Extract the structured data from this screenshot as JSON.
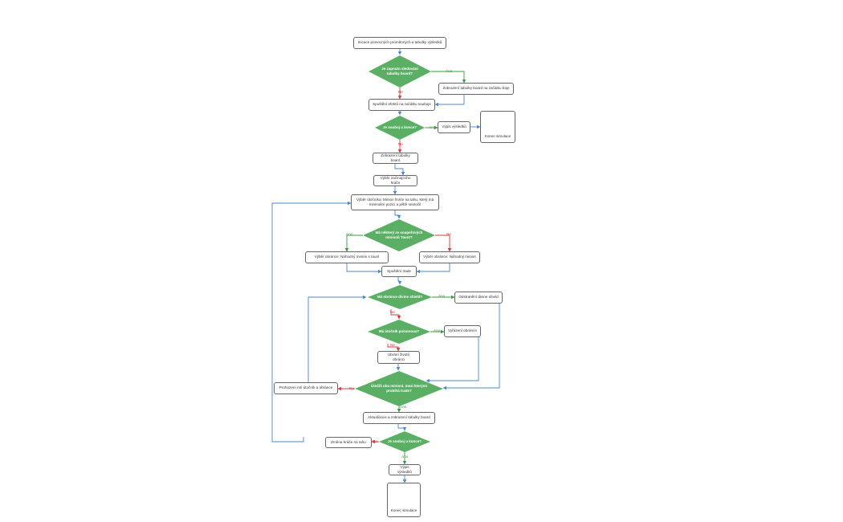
{
  "colors": {
    "decision": "#5aaf64",
    "flow": "#4a88c8",
    "yes": "#3a9a3a",
    "no": "#d23a3a",
    "target_ring": "#c0392b"
  },
  "nodes": {
    "init": "Inicace pomocných proměnných a tabulky výsledků",
    "d_board_enabled": "Je zapnuto sledování tabulky board?",
    "show_board_start": "Zobrazení tabulky board na začátku boje",
    "start_effects": "Spuštění efektů na začátku souboje",
    "d_fight_end_1": "Je souboj u konce?",
    "results_1": "Výpis výsledků",
    "end_1": "Konec simulace",
    "show_board": "Zobrazení tabulky board",
    "pick_start_player": "Výběr začínajícího hráče",
    "pick_attacker": "Výběr útočníka: Minion hráče na tahu, který má minimální pozici a ještě neutočil",
    "d_taunt": "Má některý ze soupeřových minionů Taunt?",
    "pick_defender_taunt": "Výběr obránce: Náhodný minion s taunt",
    "pick_defender_random": "Výběr obránce: Náhodný minion",
    "start_trade": "Spuštění trade",
    "d_divine_shield": "Má obránce divine shield?",
    "remove_shield": "Odstranění divine shield",
    "d_poisonous": "Má útočník poisonous?",
    "kill_defender": "Vyřazení obránce",
    "hp_loss": "Ubrání životů obránci",
    "d_both_minions": "Útočili oba minioni, mezi kterými probíhá trade?",
    "swap_roles": "Prohození rolí útočník a obránce",
    "update_board": "Aktualizace a zobrazení tabulky board",
    "d_fight_end_2": "Je souboj u konce?",
    "switch_player": "Změna hráče na tahu",
    "results_2": "Výpis výsledků",
    "end_2": "Konec simulace"
  },
  "labels": {
    "yes": "Ano",
    "no": "Ne"
  },
  "icons": {
    "end_icon": "target-arrow-icon"
  }
}
